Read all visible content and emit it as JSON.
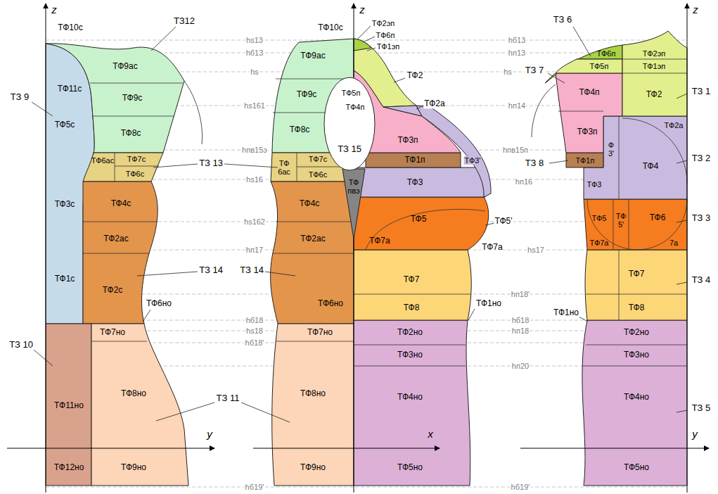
{
  "diagram": {
    "labels": [
      "z",
      "ТФ10с",
      "ТЗ12",
      "ТФ9ас",
      "ТФ11с",
      "ТФ9с",
      "ТЗ 9",
      "ТФ5с",
      "ТФ8с",
      "ТФ6ас",
      "ТФ7с",
      "ТФ6с",
      "ТЗ 13",
      "ТФ4с",
      "ТФ3с",
      "ТФ2ас",
      "ТФ1с",
      "ТФ2с",
      "ТЗ 14",
      "ТФ6но",
      "ТФ7но",
      "ТЗ 10",
      "ТЗ 11",
      "ТФ8но",
      "ТФ11но",
      "y",
      "ТФ12но",
      "ТФ9но",
      "z",
      "ТФ10с",
      "ТФ2эп",
      "ТФ6п",
      "ТФ1эп",
      "ТФ9ас",
      "ТФ5п",
      "ТФ2",
      "ТФ4п",
      "ТФ9с",
      "ТФ2а",
      "ТФ8с",
      "ТЗ 15",
      "ТФ3п",
      "ТФ 6ас",
      "ТФ7с",
      "ТФ6с",
      "ТФ1п",
      "ТФ3'",
      "ТФ пвэ",
      "ТФ3",
      "ТФ4с",
      "ТФ5",
      "ТФ5'",
      "ТФ2ас",
      "ТФ7а",
      "ТФ7а",
      "ТЗ 14",
      "ТФ7",
      "ТФ6но",
      "ТФ1но",
      "ТФ8",
      "ТФ7но",
      "ТФ2но",
      "ТФ3но",
      "ТФ8но",
      "ТФ4но",
      "x",
      "ТФ9но",
      "ТФ5но",
      "z",
      "ТЗ 6",
      "ТФ6п",
      "ТФ2эп",
      "ТФ5п",
      "ТФ1эп",
      "ТЗ 7",
      "ТЗ 1",
      "ТФ4п",
      "ТФ2",
      "ТФ2а",
      "ТФ3п",
      "Ф 3'",
      "ТЗ 2",
      "ТФ1п",
      "ТЗ 8",
      "ТФ4",
      "ТФ3",
      "ТФ5",
      "ТФ 5'",
      "ТФ6",
      "ТЗ 3",
      "ТФ7а",
      "7а",
      "ТФ7",
      "ТЗ 4",
      "ТФ8",
      "ТФ1но",
      "ТФ2но",
      "ТФ3но",
      "ТЗ 5",
      "ТФ4но",
      "y",
      "ТФ5но",
      "hs13",
      "hб13",
      "hб13",
      "hп13",
      "hs",
      "hs",
      "hs161",
      "hп14",
      "hпв15э",
      "hпв15п",
      "hs16",
      "hп16",
      "hs162",
      "hп17",
      "hs17",
      "hп18'",
      "hб18",
      "hб18",
      "hs18",
      "hп18",
      "hб18'",
      "hп20",
      "hб19'",
      "hб19'"
    ]
  }
}
